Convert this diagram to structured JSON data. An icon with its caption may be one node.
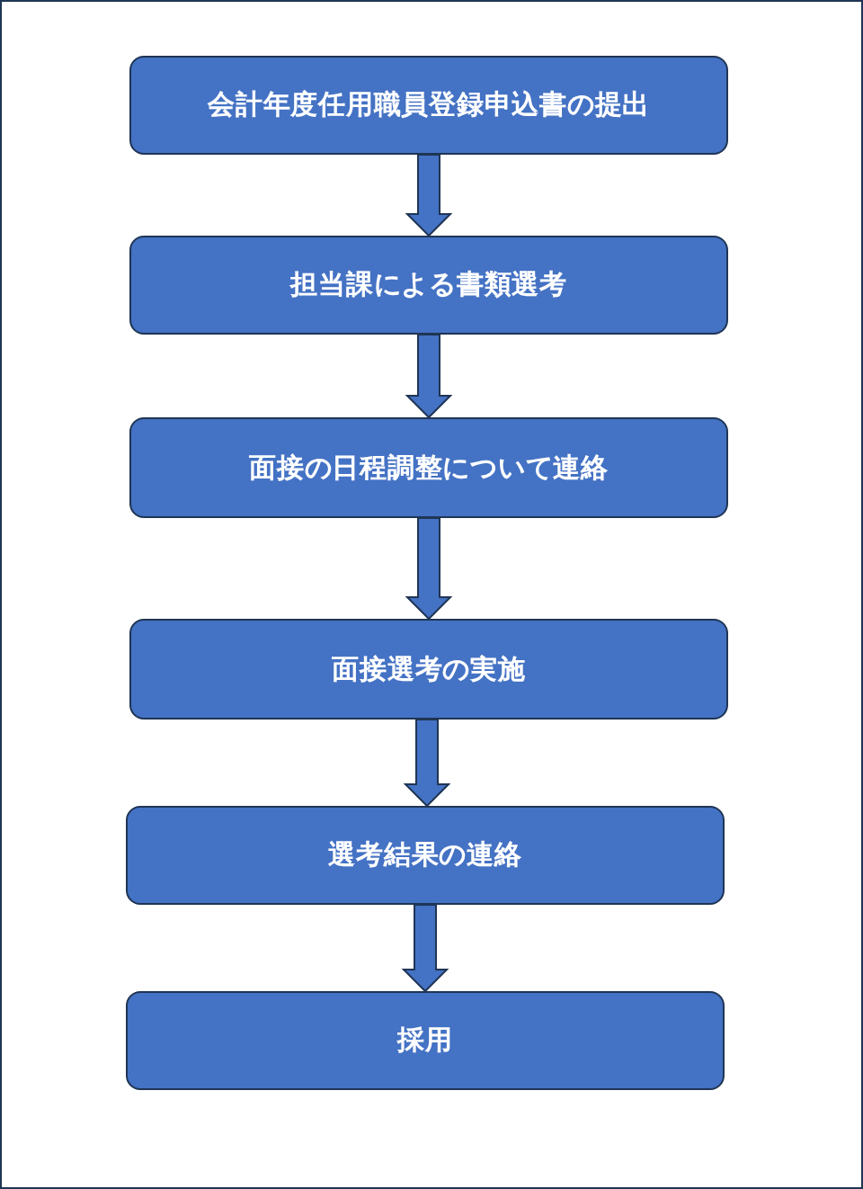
{
  "diagram": {
    "nodes": [
      {
        "text": [
          "会計年度任用職員登録申込書の提出"
        ]
      },
      {
        "text": [
          "担当課による書類選考"
        ]
      },
      {
        "text": [
          "面接の日程調整について連絡"
        ]
      },
      {
        "text": [
          "面接選考の実施"
        ]
      },
      {
        "text": [
          "選考結果の連絡"
        ]
      },
      {
        "text": [
          "採用"
        ]
      }
    ],
    "edges": [
      {
        "from": 0,
        "to": 1,
        "arrow": "to"
      },
      {
        "from": 1,
        "to": 2,
        "arrow": "to"
      },
      {
        "from": 2,
        "to": 3,
        "arrow": "to"
      },
      {
        "from": 3,
        "to": 4,
        "arrow": "to"
      },
      {
        "from": 4,
        "to": 5,
        "arrow": "to"
      }
    ]
  }
}
